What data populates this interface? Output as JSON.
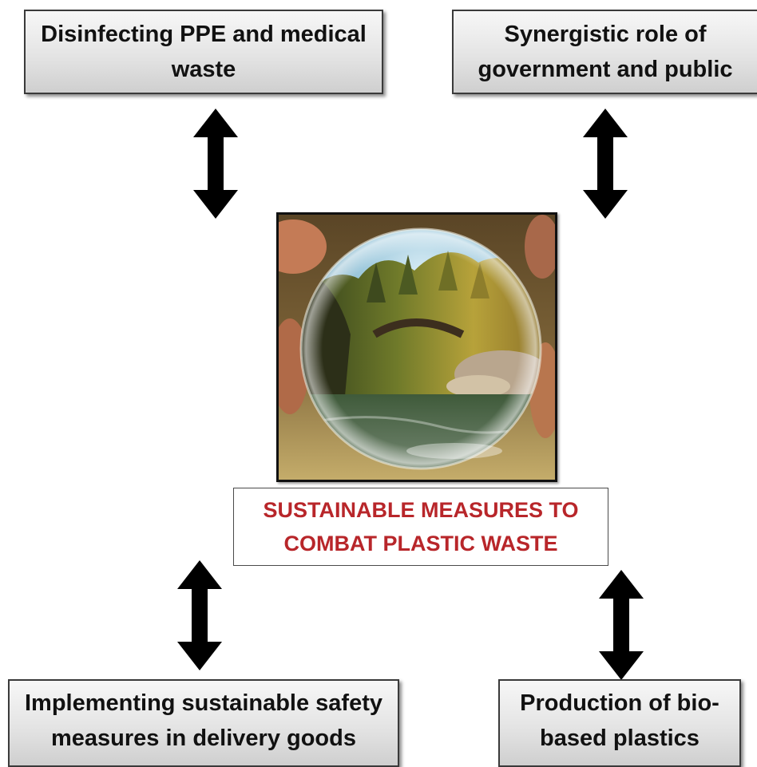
{
  "center": {
    "label_line1": "SUSTAINABLE MEASURES TO",
    "label_line2": "COMBAT PLASTIC WASTE",
    "label_color": "#b8262a",
    "image": "crystal-ball-forest-photo"
  },
  "nodes": {
    "top_left": {
      "line1": "Disinfecting PPE and medical",
      "line2": "waste"
    },
    "top_right": {
      "line1": "Synergistic role of",
      "line2": "government and public"
    },
    "bottom_left": {
      "line1": "Implementing sustainable safety",
      "line2": "measures in delivery goods"
    },
    "bottom_right": {
      "line1": "Production of bio-",
      "line2": "based plastics"
    }
  },
  "connectors": {
    "style": "double-headed-arrow",
    "color": "#000000"
  }
}
